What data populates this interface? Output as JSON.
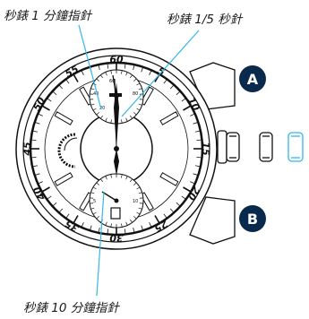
{
  "callouts": {
    "minute_counter": "秒錶 1 分鐘指針",
    "fifth_second": "秒錶 1/5 秒針",
    "ten_minute_counter": "秒錶 10 分鐘指針"
  },
  "buttons": {
    "a_label": "A",
    "b_label": "B"
  },
  "dial_numbers": [
    "60",
    "5",
    "10",
    "15",
    "20",
    "25",
    "30",
    "35",
    "40",
    "45",
    "50",
    "55"
  ],
  "subdial_small_labels": [
    "5",
    "10",
    "20",
    "40",
    "60",
    "80"
  ],
  "colors": {
    "button_fill": "#0a2a4d",
    "crown_highlight": "#33b6e8",
    "ink": "#111111"
  },
  "icons": [
    "crown-icon",
    "ghost-crown-icon"
  ]
}
